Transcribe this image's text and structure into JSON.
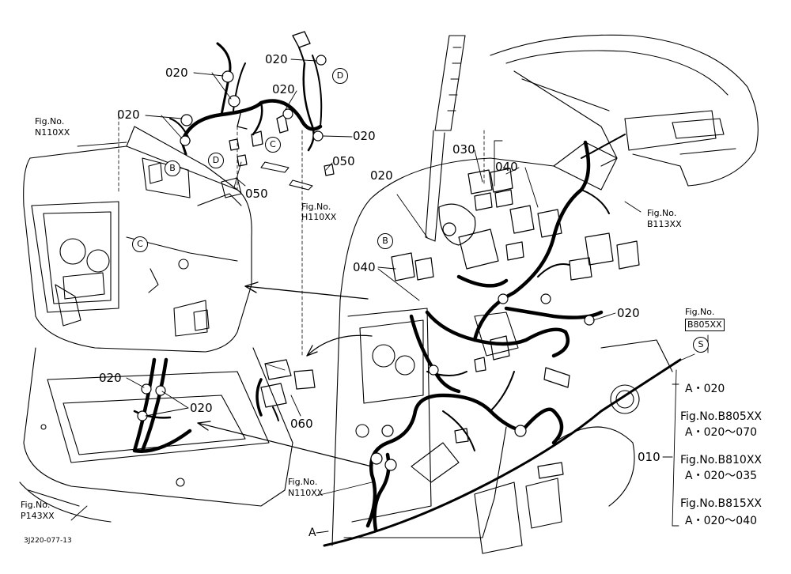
{
  "part_labels": {
    "p020": "020",
    "p030": "030",
    "p040": "040",
    "p050": "050",
    "p060": "060",
    "p010": "010"
  },
  "ref_letters": {
    "B": "B",
    "C": "C",
    "D": "D",
    "S": "S",
    "A": "A"
  },
  "fig_refs": {
    "fig_no": "Fig.No.",
    "n110": "N110XX",
    "h110": "H110XX",
    "b113": "B113XX",
    "b805": "B805XX",
    "p143": "P143XX"
  },
  "legend": [
    "A・020",
    "Fig.No.B805XX",
    "A・020～070",
    "Fig.No.B810XX",
    "A・020～035",
    "Fig.No.B815XX",
    "A・020～040"
  ],
  "drawing_code": "3J220-077-13"
}
